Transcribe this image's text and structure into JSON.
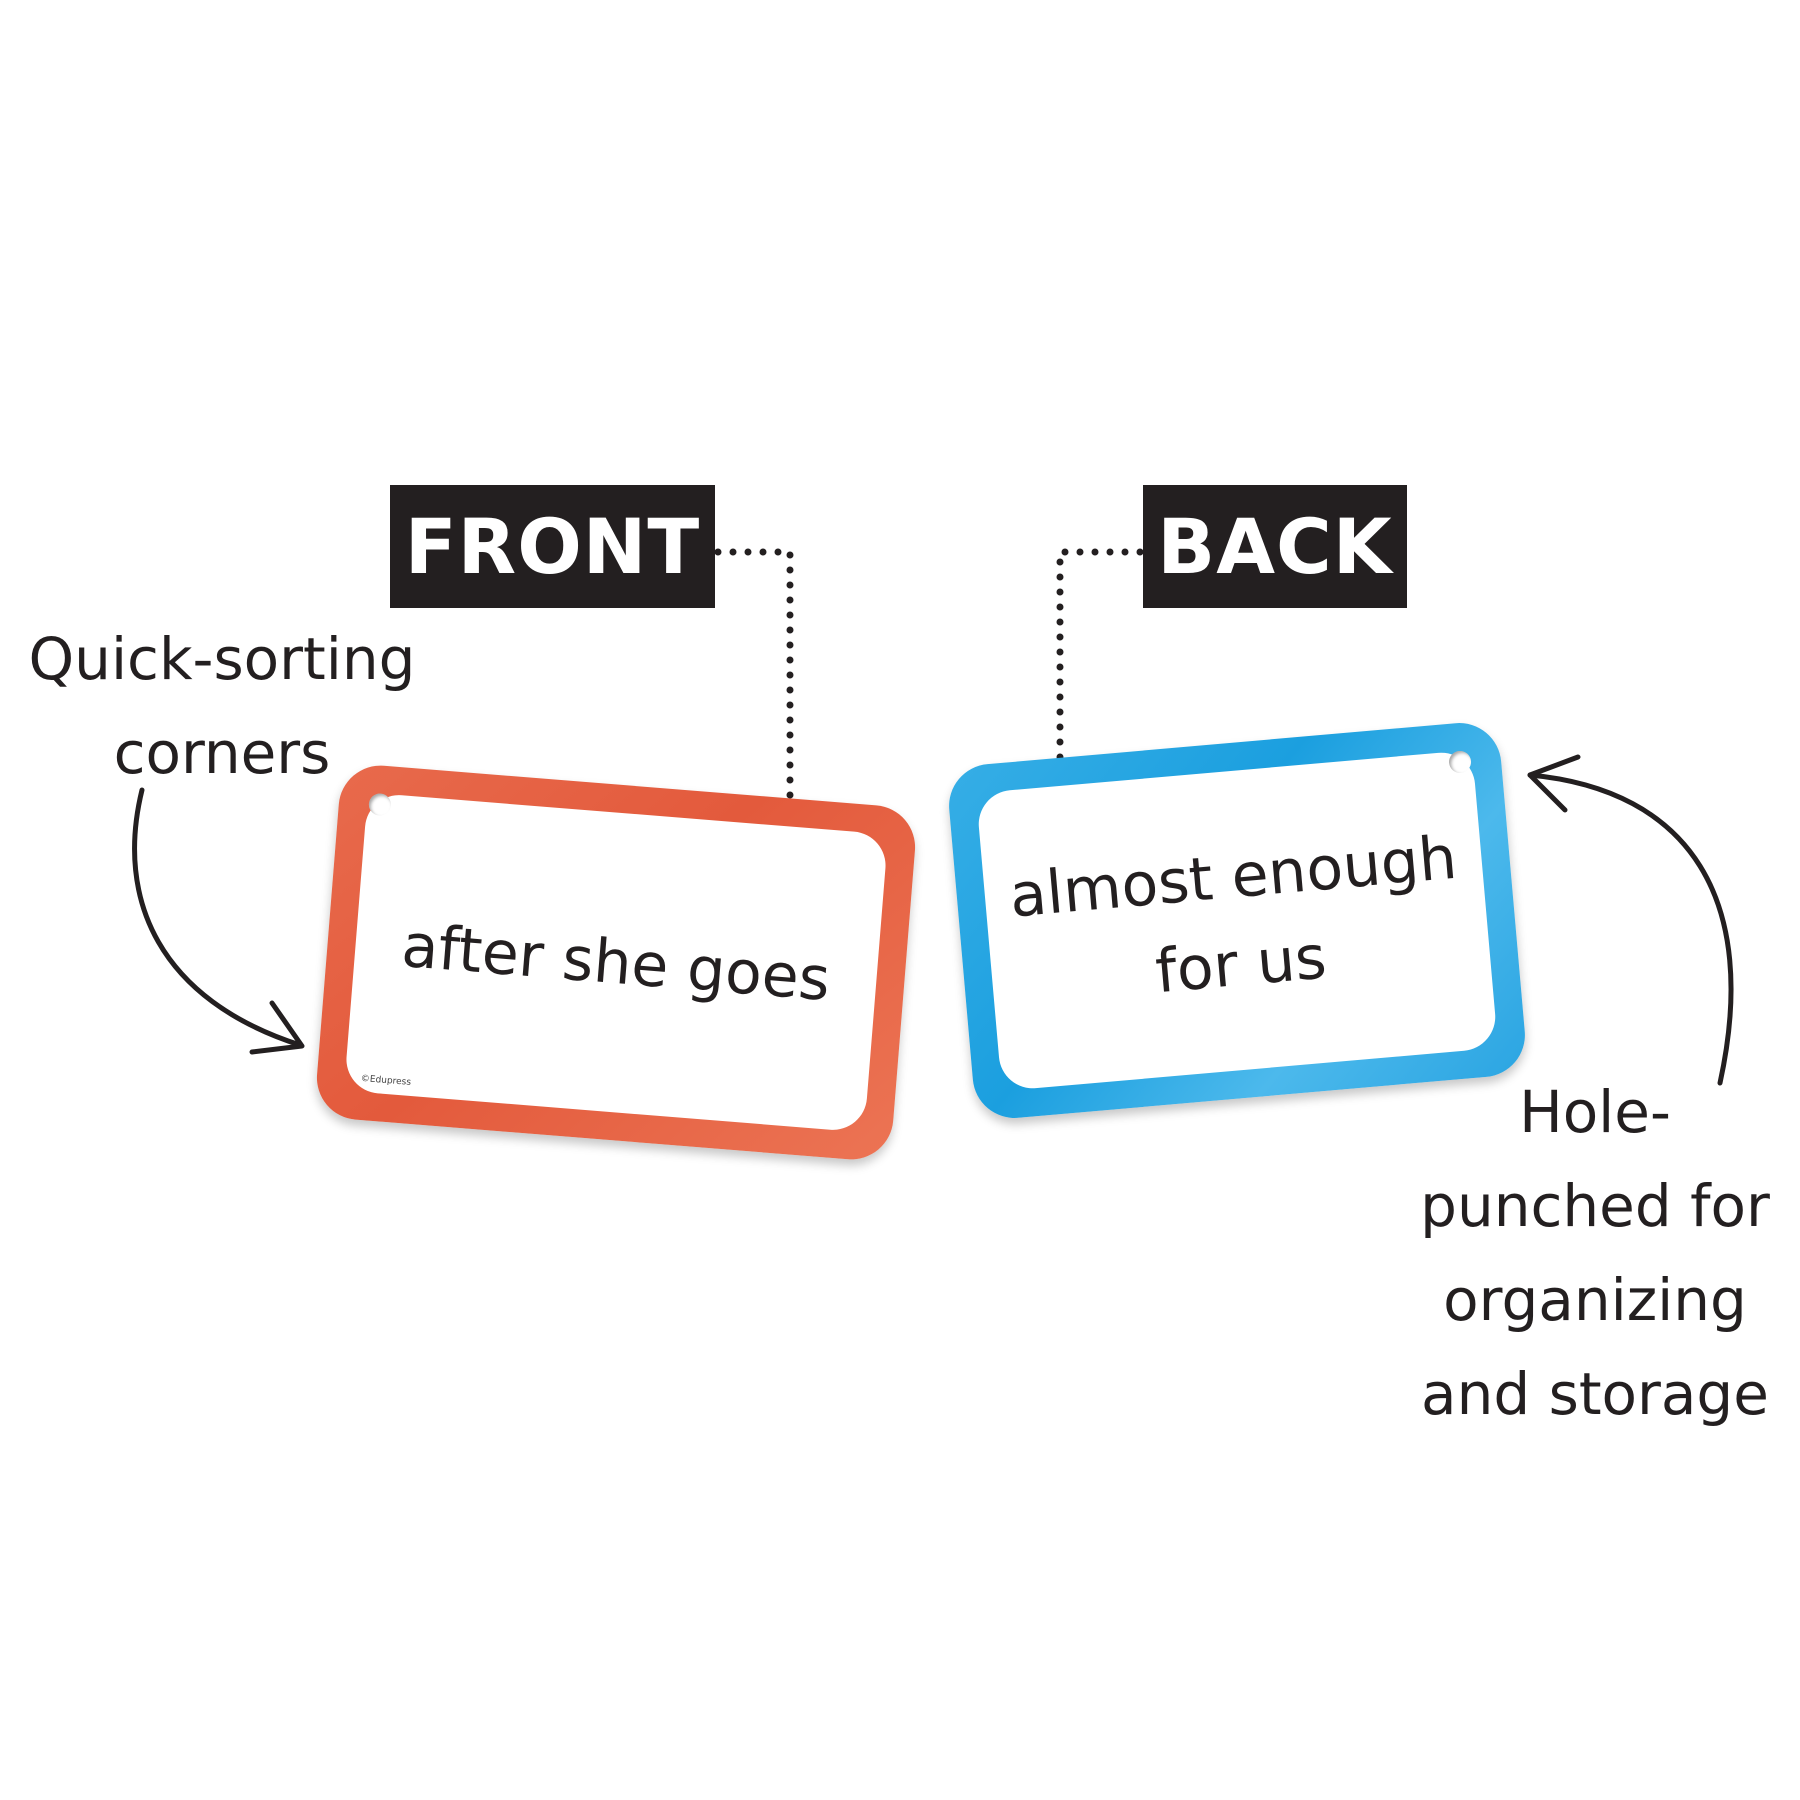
{
  "tags": {
    "front": "FRONT",
    "back": "BACK"
  },
  "callouts": {
    "left": {
      "line1": "Quick-sorting",
      "line2": "corners"
    },
    "right": {
      "line1": "Hole-",
      "line2": "punched for",
      "line3": "organizing",
      "line4": "and storage"
    }
  },
  "cards": {
    "front": {
      "text": "after she goes",
      "brand": "©Edupress",
      "color": "#e35a3c"
    },
    "back": {
      "text": "almost enough for us",
      "color": "#1b9fdf"
    }
  },
  "colors": {
    "ink": "#231f20",
    "tag_bg": "#231f20"
  }
}
